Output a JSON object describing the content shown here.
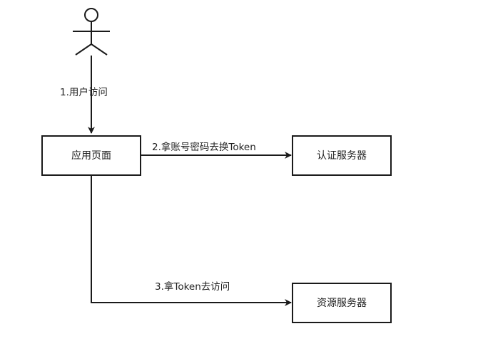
{
  "diagram": {
    "actor": {
      "label": ""
    },
    "nodes": {
      "app_page": {
        "label": "应用页面"
      },
      "auth_server": {
        "label": "认证服务器"
      },
      "resource_server": {
        "label": "资源服务器"
      }
    },
    "edges": {
      "user_access": {
        "label": "1.用户访问"
      },
      "get_token": {
        "label": "2.拿账号密码去换Token"
      },
      "access_with_token": {
        "label": "3.拿Token去访问"
      }
    },
    "colors": {
      "stroke": "#1a1a1a",
      "text": "#222222",
      "background": "#ffffff"
    }
  }
}
